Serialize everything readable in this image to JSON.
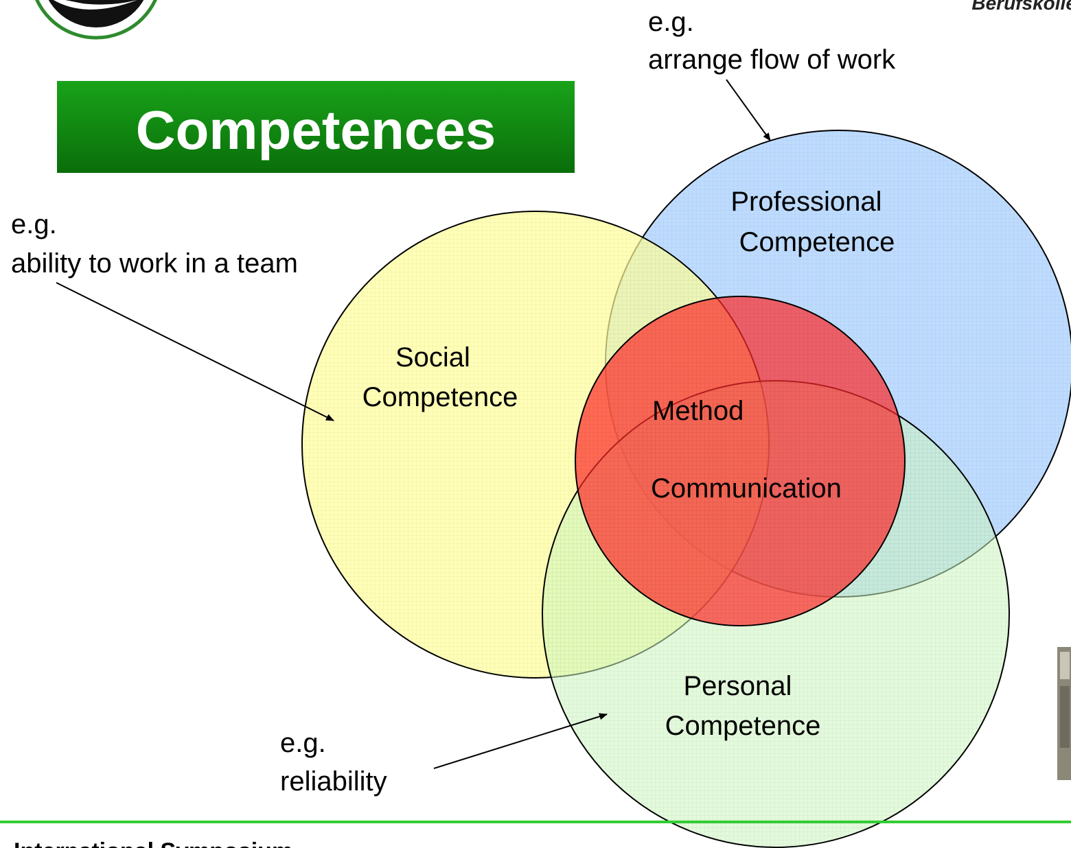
{
  "title": "Competences",
  "logo_text": "Berufskolleg",
  "colors": {
    "title_bg_top": "#19a319",
    "title_bg_bottom": "#0a6e0a",
    "footer_line": "#33cc33",
    "professional": "#b3d6ff",
    "social": "#ffff99",
    "personal": "#ccf5c0",
    "method": "#ff2a2a",
    "outline": "#000000"
  },
  "circles": {
    "professional": {
      "line1": "Professional",
      "line2": "Competence"
    },
    "social": {
      "line1": "Social",
      "line2": "Competence"
    },
    "personal": {
      "line1": "Personal",
      "line2": "Competence"
    },
    "core": {
      "line1": "Method",
      "line2": "Communication"
    }
  },
  "examples": {
    "professional": {
      "prefix": "e.g.",
      "text": "arrange flow of work"
    },
    "social": {
      "prefix": "e.g.",
      "text": "ability to work in a team"
    },
    "personal": {
      "prefix": "e.g.",
      "text": "reliability"
    }
  },
  "footer": {
    "text": "International Symposium"
  }
}
